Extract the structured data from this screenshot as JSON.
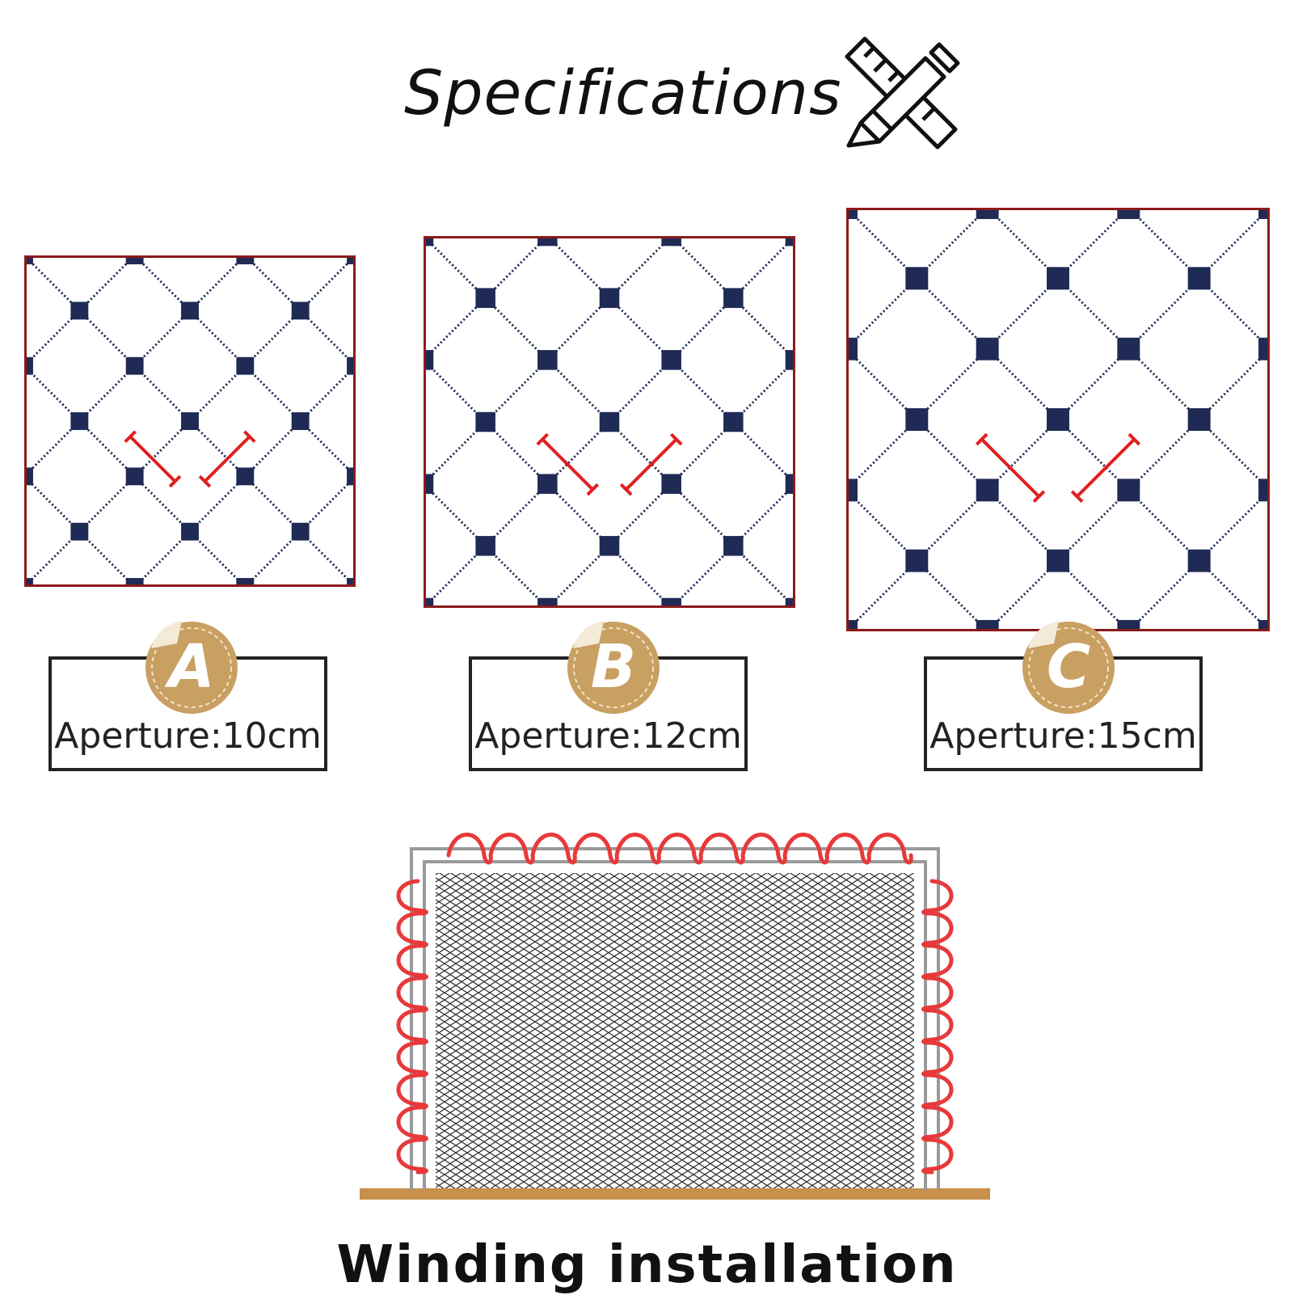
{
  "header": {
    "title": "Specifications",
    "icon": "ruler-pencil-icon"
  },
  "variants": [
    {
      "badge": "A",
      "label": "Aperture:10cm"
    },
    {
      "badge": "B",
      "label": "Aperture:12cm"
    },
    {
      "badge": "C",
      "label": "Aperture:15cm"
    }
  ],
  "installation": {
    "caption": "Winding installation"
  },
  "colors": {
    "frame": "#8b1a1a",
    "mesh": "#1f2a55",
    "measure": "#e02020",
    "badge": "#c8a062",
    "wire": "#e8393a",
    "ground": "#c8904a"
  }
}
